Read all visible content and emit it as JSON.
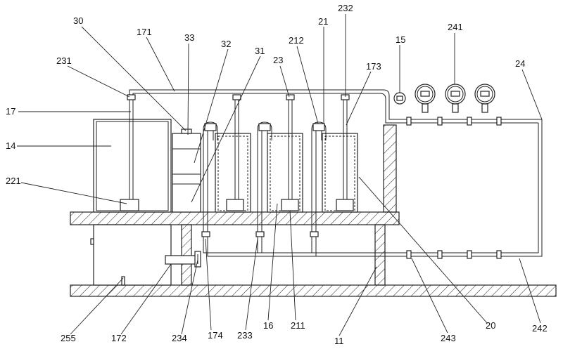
{
  "figure": {
    "description_free": true,
    "labels": {
      "l30": "30",
      "l171": "171",
      "l33": "33",
      "l32": "32",
      "l31": "31",
      "l23": "23",
      "l212": "212",
      "l21": "21",
      "l232": "232",
      "l15": "15",
      "l241": "241",
      "l173": "173",
      "l24": "24",
      "l231": "231",
      "l17": "17",
      "l14": "14",
      "l221": "221",
      "l20": "20",
      "l255": "255",
      "l172": "172",
      "l234": "234",
      "l174": "174",
      "l233": "233",
      "l16": "16",
      "l211": "211",
      "l11": "11",
      "l243": "243",
      "l242": "242"
    }
  }
}
